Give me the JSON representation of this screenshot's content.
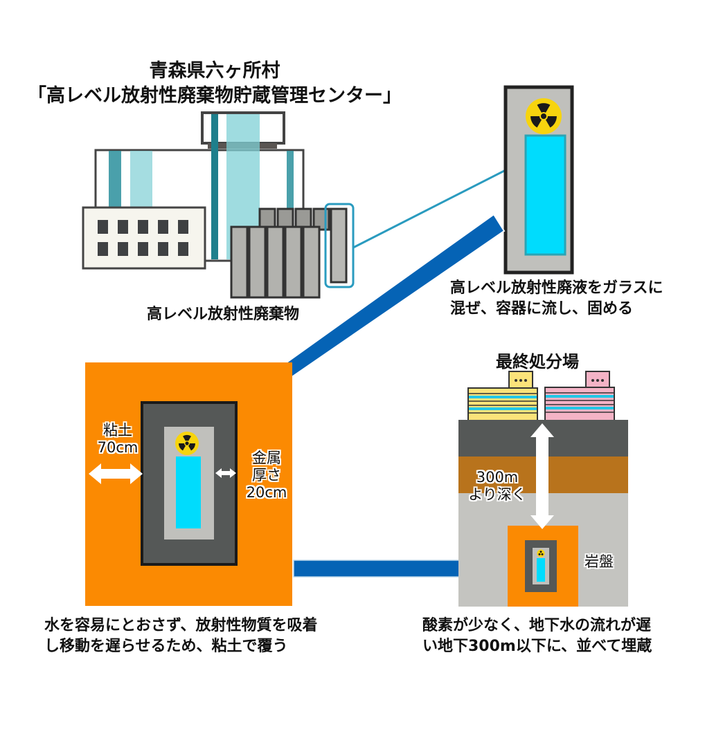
{
  "title": {
    "line1": "青森県六ヶ所村",
    "line2": "「高レベル放射性廃棄物貯蔵管理センター」"
  },
  "facility": {
    "label": "高レベル放射性廃棄物"
  },
  "canister": {
    "caption_line1": "高レベル放射性廃液をガラスに",
    "caption_line2": "混ぜ、容器に流し、固める",
    "icon": "radiation-icon"
  },
  "overpack": {
    "clay_label_line1": "粘土",
    "clay_label_line2": "70cm",
    "metal_label_line1": "金属",
    "metal_label_line2": "厚さ",
    "metal_label_line3": "20cm",
    "caption_line1": "水を容易にとおさず、放射性物質を吸着",
    "caption_line2": "し移動を遅らせるため、粘土で覆う"
  },
  "disposal_site": {
    "title": "最終処分場",
    "depth_label_line1": "300m",
    "depth_label_line2": "より深く",
    "bedrock_label": "岩盤",
    "caption_line1": "酸素が少なく、地下水の流れが遅",
    "caption_line2": "い地下300m以下に、並べて埋蔵"
  },
  "colors": {
    "arrow_blue": "#0563b5",
    "clay_orange": "#fb8a02",
    "metal_dark": "#555857",
    "glass_gray": "#c0c0bc",
    "glass_cyan": "#00dcfd",
    "radiation_yellow": "#f7d40e",
    "soil_brown": "#b8731c",
    "bedrock_gray": "#c4c4c0",
    "building_yellow": "#fbe37a",
    "building_pink": "#f4b3c6",
    "leader_line": "#2a9bbf"
  }
}
